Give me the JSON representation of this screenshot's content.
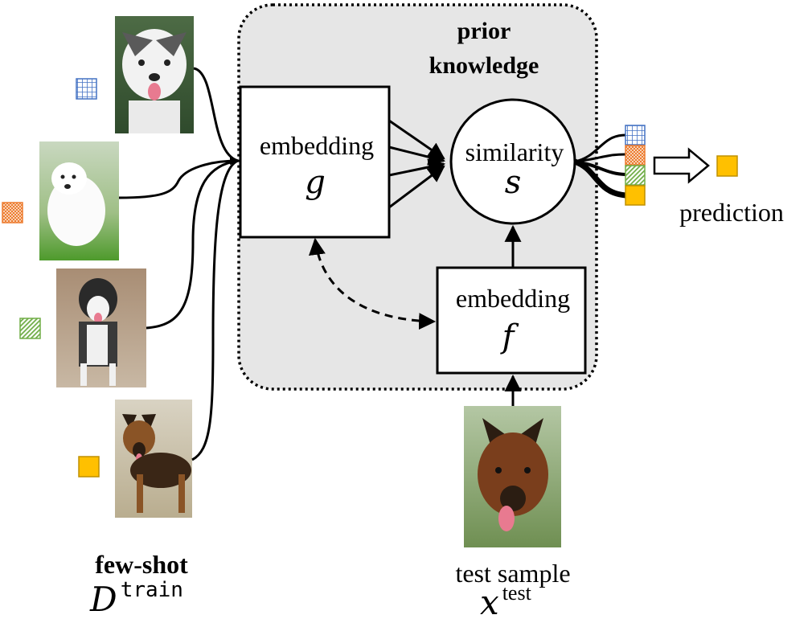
{
  "prior_knowledge": {
    "line1": "prior",
    "line2": "knowledge"
  },
  "embedding_g": {
    "label": "embedding",
    "symbol": "g"
  },
  "embedding_f": {
    "label": "embedding",
    "symbol": "f"
  },
  "similarity": {
    "label": "similarity",
    "symbol": "s"
  },
  "prediction": {
    "label": "prediction"
  },
  "train": {
    "title": "few-shot",
    "symbol_D": "D",
    "superscript": "train"
  },
  "test": {
    "title": "test sample",
    "symbol_x": "x",
    "superscript": "test"
  },
  "classes": [
    {
      "name": "grid-blue-class",
      "color": "#4472C4",
      "pattern": "grid"
    },
    {
      "name": "checker-orange-class",
      "color": "#ED7D31",
      "pattern": "checker"
    },
    {
      "name": "hatch-green-class",
      "color": "#70AD47",
      "pattern": "hatch"
    },
    {
      "name": "solid-yellow-class",
      "color": "#FFC000",
      "pattern": "solid"
    }
  ],
  "colors": {
    "region_fill": "#e6e6e6",
    "predicted_class": "#FFC000"
  }
}
